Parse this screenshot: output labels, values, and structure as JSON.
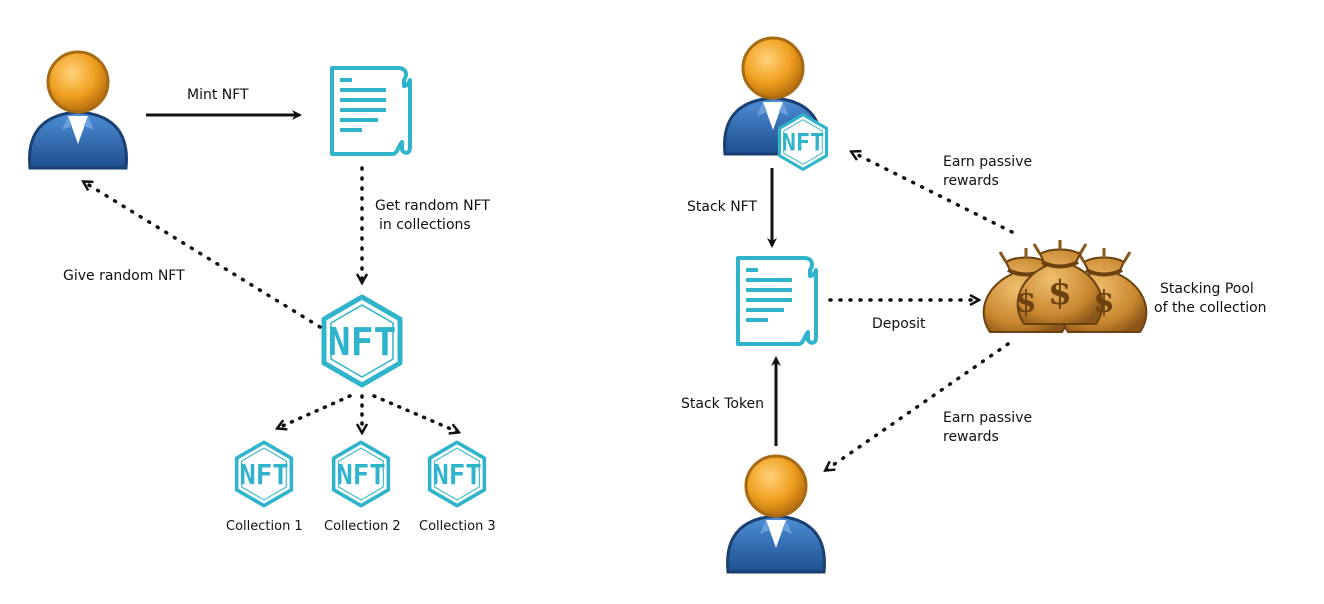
{
  "colors": {
    "accent": "#30b4cc",
    "arrow": "#111111",
    "person_body": "#2f6db5",
    "person_head": "#f0a020",
    "bag": "#c8862e"
  },
  "left": {
    "mint_label": "Mint NFT",
    "get_random_line1": "Get random NFT",
    "get_random_line2": "in collections",
    "give_random_label": "Give random NFT",
    "collections": [
      {
        "label": "Collection 1"
      },
      {
        "label": "Collection 2"
      },
      {
        "label": "Collection 3"
      }
    ]
  },
  "right": {
    "stack_nft_label": "Stack NFT",
    "stack_token_label": "Stack Token",
    "deposit_label": "Deposit",
    "earn_top_line1": "Earn passive",
    "earn_top_line2": "rewards",
    "earn_bottom_line1": "Earn passive",
    "earn_bottom_line2": "rewards",
    "pool_line1": "Stacking Pool",
    "pool_line2": "of the collection"
  },
  "icons": {
    "nft_badge_text": "NFT",
    "money_symbol": "$"
  }
}
